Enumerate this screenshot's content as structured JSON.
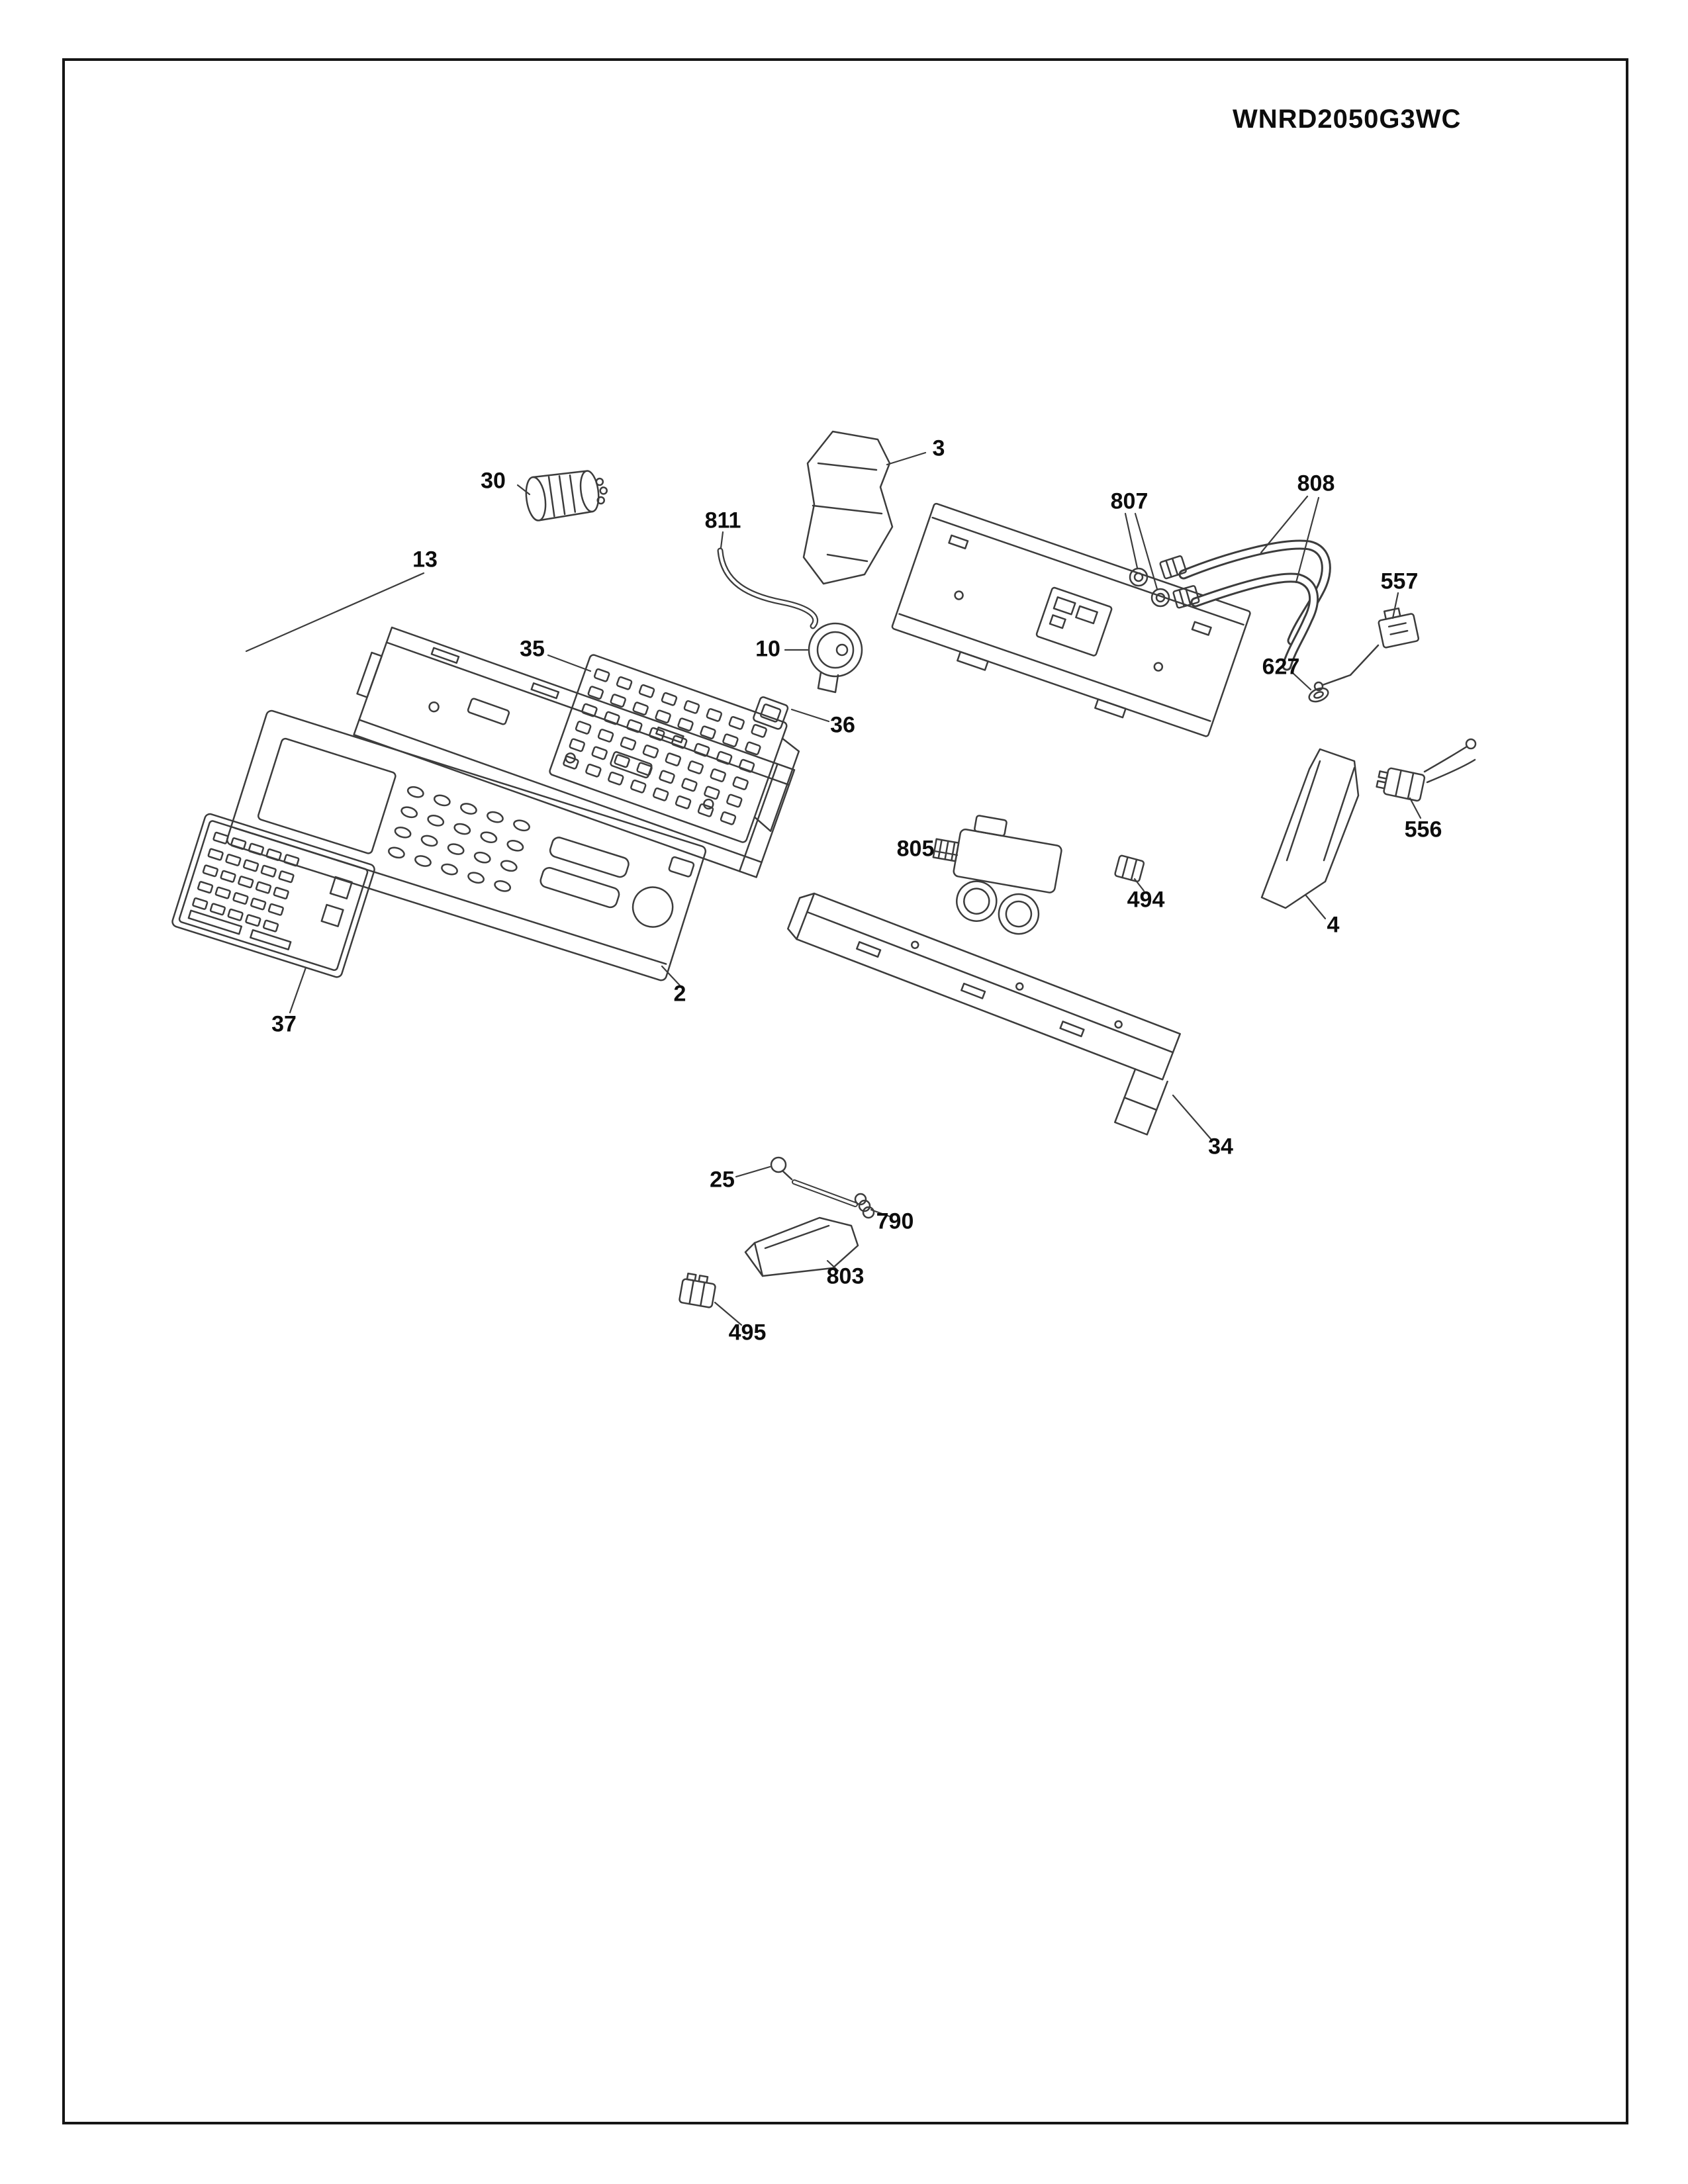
{
  "page": {
    "model_number": "WNRD2050G3WC"
  },
  "diagram": {
    "callouts": [
      {
        "label": "30"
      },
      {
        "label": "3"
      },
      {
        "label": "811"
      },
      {
        "label": "807"
      },
      {
        "label": "808"
      },
      {
        "label": "557"
      },
      {
        "label": "627"
      },
      {
        "label": "13"
      },
      {
        "label": "35"
      },
      {
        "label": "10"
      },
      {
        "label": "36"
      },
      {
        "label": "556"
      },
      {
        "label": "805"
      },
      {
        "label": "494"
      },
      {
        "label": "4"
      },
      {
        "label": "2"
      },
      {
        "label": "37"
      },
      {
        "label": "34"
      },
      {
        "label": "25"
      },
      {
        "label": "790"
      },
      {
        "label": "803"
      },
      {
        "label": "495"
      }
    ]
  }
}
